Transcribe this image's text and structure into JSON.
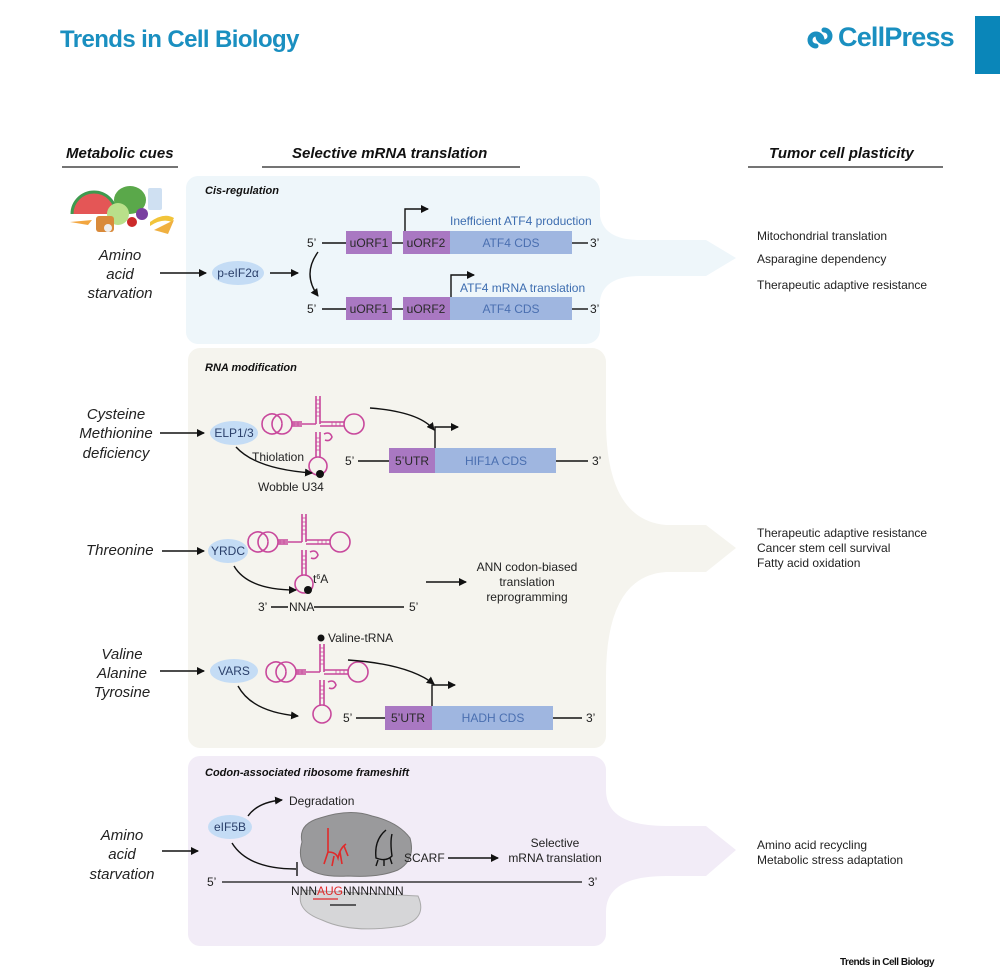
{
  "header": {
    "journal_title": "Trends in Cell Biology",
    "brand_name": "CellPress",
    "brand_icon": "cellpress-logo-icon"
  },
  "footer": {
    "credit": "Trends in Cell Biology"
  },
  "colors": {
    "brand": "#1a8fc0",
    "cis_panel": "#eef6fa",
    "rna_panel": "#f5f4ee",
    "frameshift_panel": "#f2ecf7",
    "uorf_box": "#a978c2",
    "cds_box": "#9fb6e0",
    "enzyme_oval": "#c4dcf5",
    "trna": "#c8489c",
    "aug_red": "#e02a2a"
  },
  "columns": {
    "metabolic_cues": "Metabolic cues",
    "selective_translation": "Selective mRNA translation",
    "tumor_plasticity": "Tumor cell plasticity"
  },
  "food_icon": "food-assortment-icon",
  "cis_regulation": {
    "title": "Cis-regulation",
    "cue": [
      "Amino",
      "acid",
      "starvation"
    ],
    "enzyme": "p-eIF2α",
    "top_construct": {
      "five": "5’",
      "uorf1": "uORF1",
      "uorf2": "uORF2",
      "cds": "ATF4 CDS",
      "three": "3’",
      "note": "Inefficient ATF4 production"
    },
    "bottom_construct": {
      "five": "5’",
      "uorf1": "uORF1",
      "uorf2": "uORF2",
      "cds": "ATF4 CDS",
      "three": "3’",
      "note": "ATF4 mRNA translation"
    },
    "outcomes": [
      "Mitochondrial translation",
      "Asparagine dependency",
      "Therapeutic adaptive resistance"
    ]
  },
  "rna_modification": {
    "title": "RNA modification",
    "elp": {
      "cue": [
        "Cysteine",
        "Methionine",
        "deficiency"
      ],
      "enzyme": "ELP1/3",
      "process": "Thiolation",
      "site": "Wobble U34",
      "construct": {
        "five": "5’",
        "utr": "5’UTR",
        "cds": "HIF1A CDS",
        "three": "3’"
      }
    },
    "yrdc": {
      "cue": [
        "Threonine"
      ],
      "enzyme": "YRDC",
      "site_base": "t",
      "site_sup": "6",
      "site_tail": "A",
      "codon_line": {
        "three": "3’",
        "codon": "NNA",
        "five": "5’"
      },
      "result": [
        "ANN codon-biased",
        "translation",
        "reprogramming"
      ]
    },
    "vars": {
      "cue": [
        "Valine",
        "Alanine",
        "Tyrosine"
      ],
      "enzyme": "VARS",
      "trna_label": "Valine-tRNA",
      "construct": {
        "five": "5’",
        "utr": "5’UTR",
        "cds": "HADH CDS",
        "three": "3’"
      }
    },
    "outcomes": [
      "Therapeutic adaptive resistance",
      "Cancer stem cell survival",
      "Fatty acid oxidation"
    ]
  },
  "frameshift": {
    "title": "Codon-associated ribosome frameshift",
    "cue": [
      "Amino",
      "acid",
      "starvation"
    ],
    "enzyme": "eIF5B",
    "degradation": "Degradation",
    "scarf": "SCARF",
    "result": [
      "Selective",
      "mRNA translation"
    ],
    "mrna": {
      "five": "5’",
      "three": "3’",
      "pre": "NNN",
      "start": "AUG",
      "post": "NNNNNNN"
    },
    "outcomes": [
      "Amino acid recycling",
      "Metabolic stress adaptation"
    ]
  }
}
